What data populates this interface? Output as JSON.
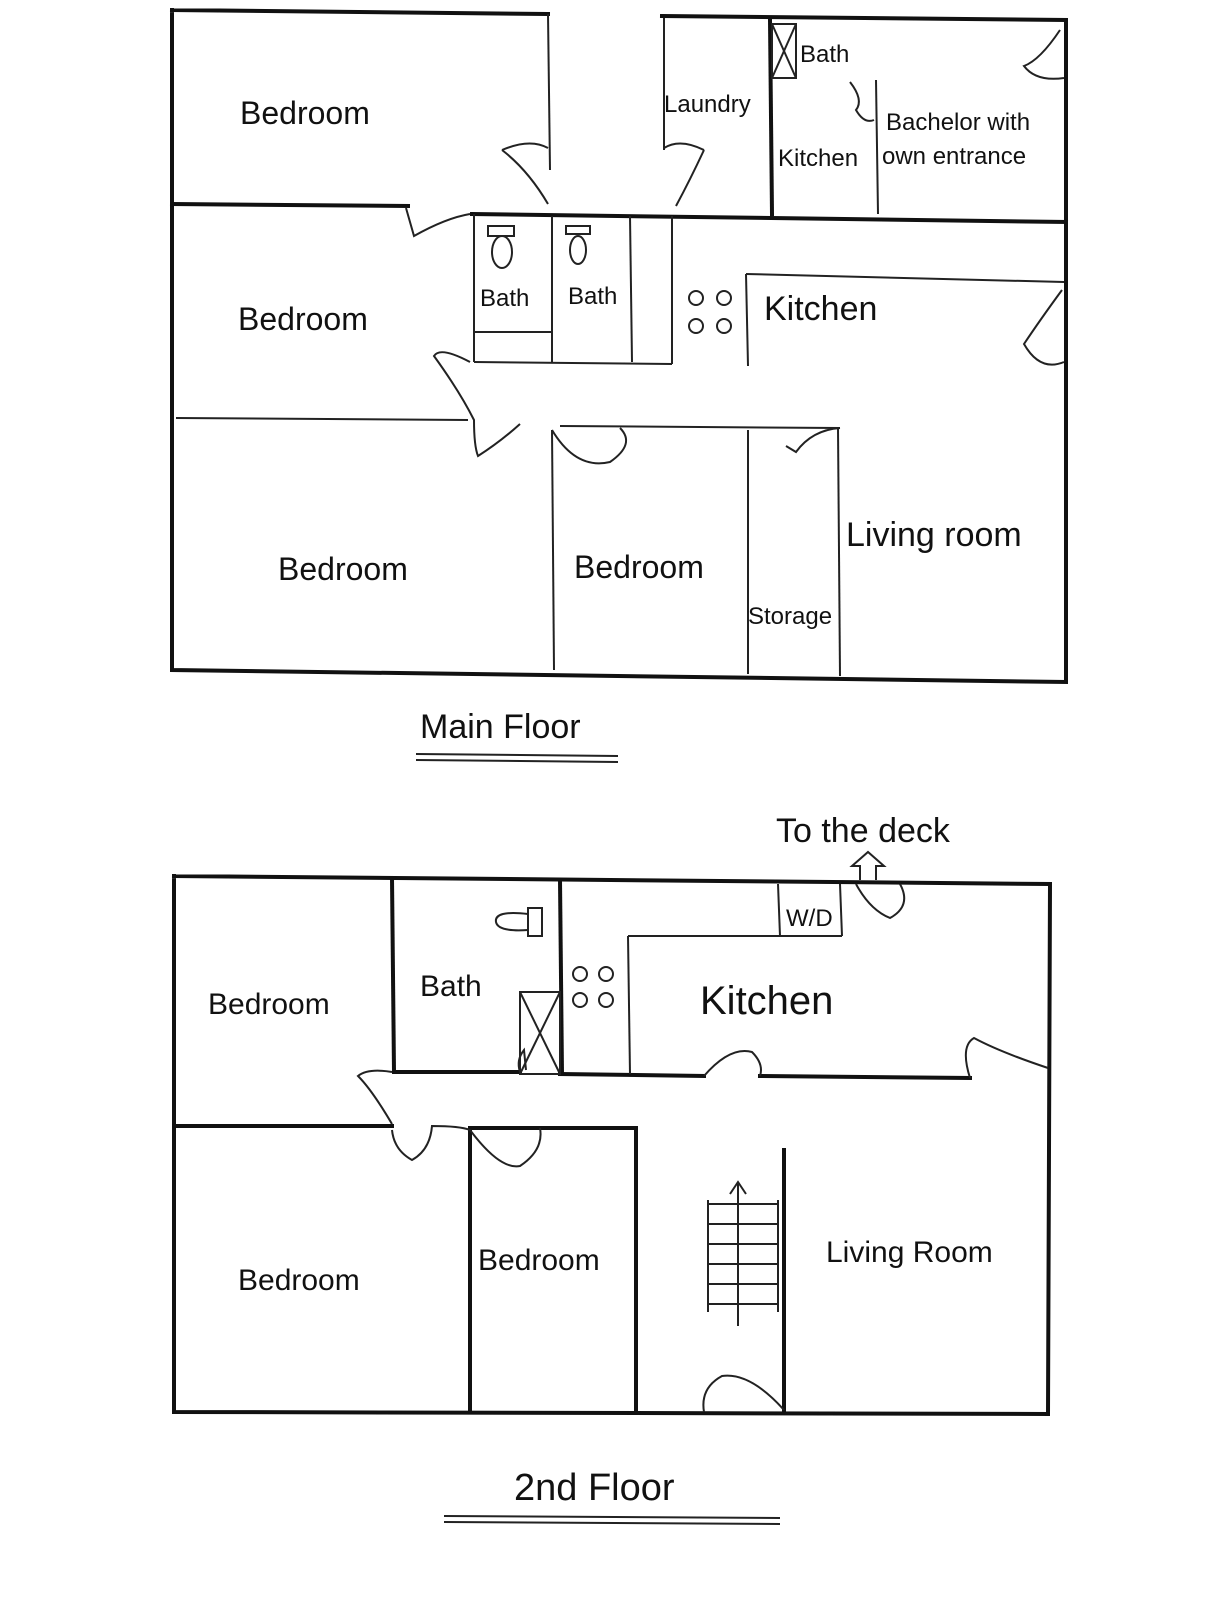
{
  "main_floor": {
    "title": "Main Floor",
    "rooms": {
      "bedroom_top_left": "Bedroom",
      "bedroom_mid_left": "Bedroom",
      "bedroom_bottom_left": "Bedroom",
      "bedroom_bottom_mid": "Bedroom",
      "laundry": "Laundry",
      "bath_small": "Bath",
      "bachelor_line1": "Bachelor with",
      "bachelor_line2": "own entrance",
      "bachelor_kitchen": "Kitchen",
      "bath_1": "Bath",
      "bath_2": "Bath",
      "kitchen": "Kitchen",
      "living_room": "Living room",
      "storage": "Storage"
    }
  },
  "second_floor": {
    "title": "2nd Floor",
    "note": "To the deck",
    "rooms": {
      "bedroom_top_left": "Bedroom",
      "bath": "Bath",
      "wd": "W/D",
      "kitchen": "Kitchen",
      "bedroom_bottom_left": "Bedroom",
      "bedroom_bottom_mid": "Bedroom",
      "living_room": "Living Room"
    }
  }
}
